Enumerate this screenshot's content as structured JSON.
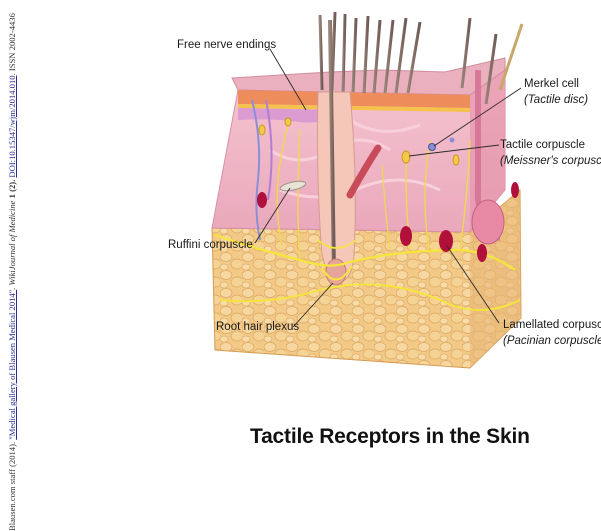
{
  "labels": {
    "free_nerve_endings": "Free nerve endings",
    "merkel_cell": "Merkel cell",
    "merkel_cell_sub": "(Tactile disc)",
    "tactile_corpuscle": "Tactile corpuscle",
    "tactile_corpuscle_sub": "(Meissner's corpuscle)",
    "ruffini_corpuscle": "Ruffini corpuscle",
    "root_hair_plexus": "Root hair plexus",
    "lamellated_corpuscle": "Lamellated corpuscle",
    "lamellated_corpuscle_sub": "(Pacinian corpuscle)"
  },
  "title": "Tactile Receptors in the Skin",
  "credit": {
    "prefix": "Blausen.com staff (2014). ",
    "link": "\"Medical gallery of Blausen Medical 2014\"",
    "journal": ". WikiJournal of Medicine",
    "volume": " 1 (2). ",
    "doi": "DOI:10.15347/wjm/2014.010",
    "issn": ". ISSN 2002-4436"
  },
  "colors": {
    "epidermis": "#e8a9b8",
    "dermis": "#f0b7c8",
    "hypodermis": "#f2c987",
    "pacinian": "#b0103a",
    "nerve": "#f5e63a",
    "hair": "#8b7770"
  }
}
